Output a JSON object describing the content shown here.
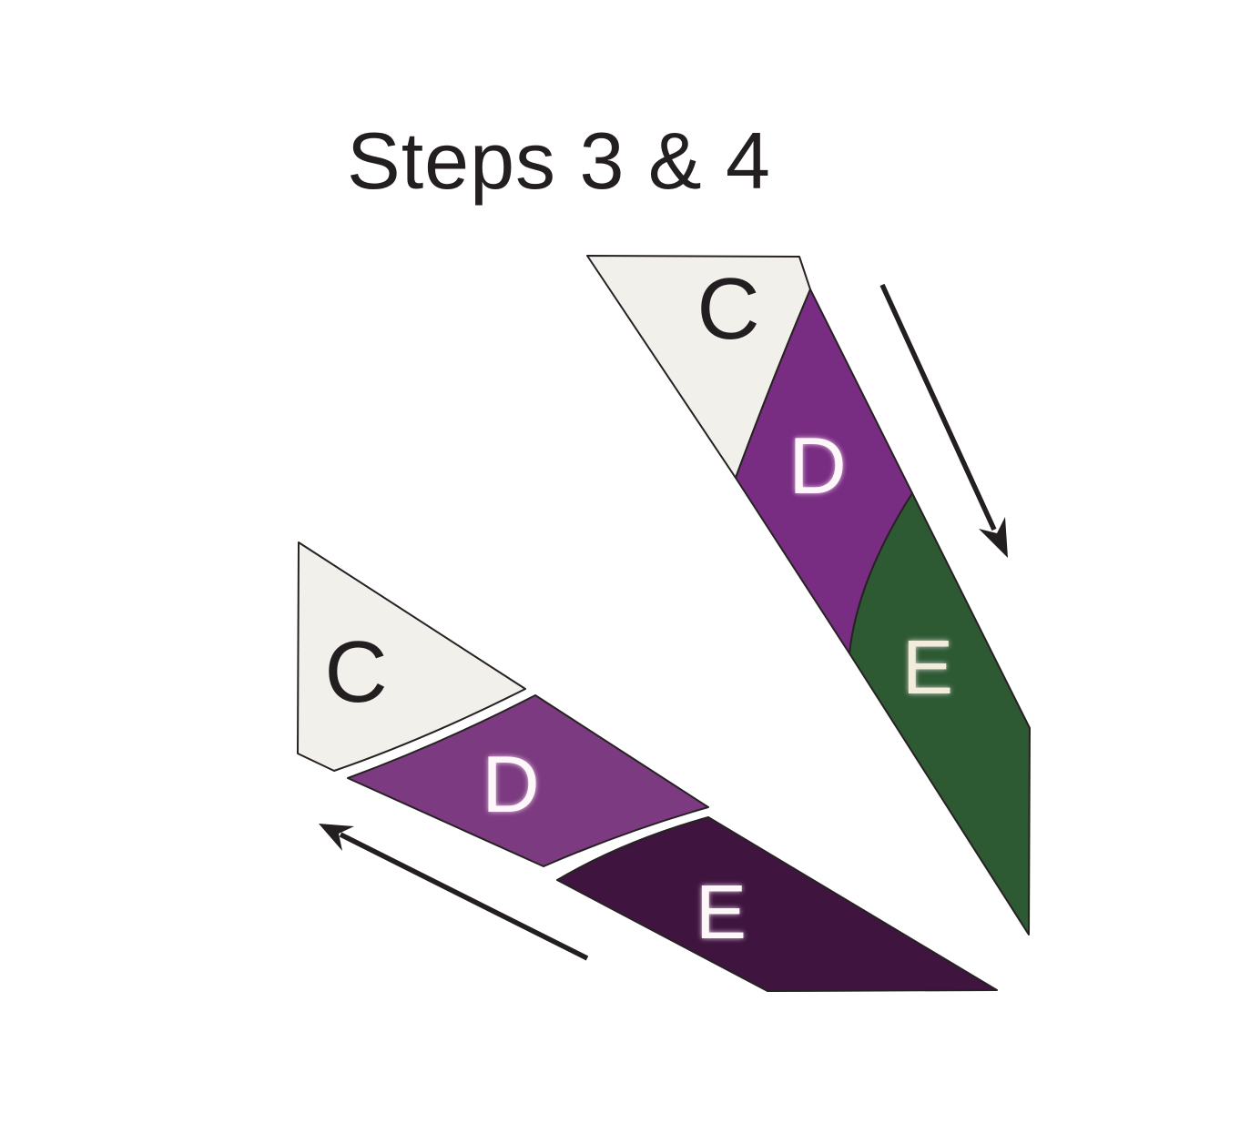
{
  "title": "Steps 3 & 4",
  "colors": {
    "background": "#ffffff",
    "outline": "#272123",
    "title_text": "#231f20",
    "label_dark": "#231f20",
    "label_light": "#fdf7fa",
    "label_cream": "#f2edda",
    "fabric_c": "#f2f0eb",
    "fabric_d_sewn": "#782c82",
    "fabric_d_exploded": "#7c3a80",
    "fabric_e_sewn": "#2d5a32",
    "fabric_e_exploded": "#3f1540",
    "arrow": "#231f20"
  },
  "sewn_unit": {
    "c_label": "C",
    "d_label": "D",
    "e_label": "E"
  },
  "exploded_unit": {
    "c_label": "C",
    "d_label": "D",
    "e_label": "E"
  }
}
